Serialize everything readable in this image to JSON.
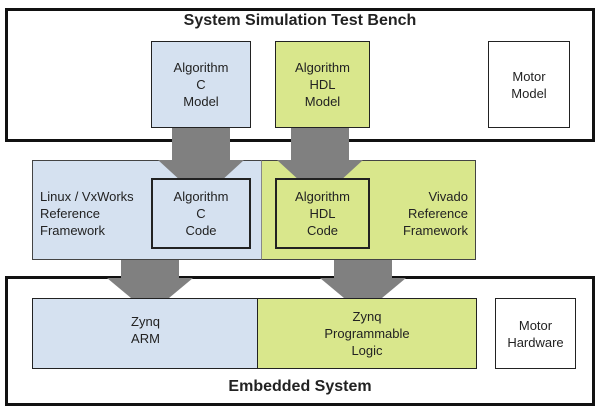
{
  "colors": {
    "c_side": "#d5e1f0",
    "hdl_side": "#d9e78c",
    "arrow": "#808080",
    "border": "#111111"
  },
  "test_bench": {
    "title": "System Simulation Test Bench",
    "algorithm_c_model": "Algorithm\nC\nModel",
    "algorithm_hdl_model": "Algorithm\nHDL\nModel",
    "motor_model": "Motor\nModel"
  },
  "frameworks": {
    "linux_label": "Linux / VxWorks\nReference\nFramework",
    "algorithm_c_code": "Algorithm\nC\nCode",
    "algorithm_hdl_code": "Algorithm\nHDL\nCode",
    "vivado_label": "Vivado\nReference\nFramework"
  },
  "embedded_system": {
    "title": "Embedded System",
    "zynq_arm": "Zynq\nARM",
    "zynq_pl": "Zynq\nProgrammable\nLogic",
    "motor_hardware": "Motor\nHardware"
  }
}
